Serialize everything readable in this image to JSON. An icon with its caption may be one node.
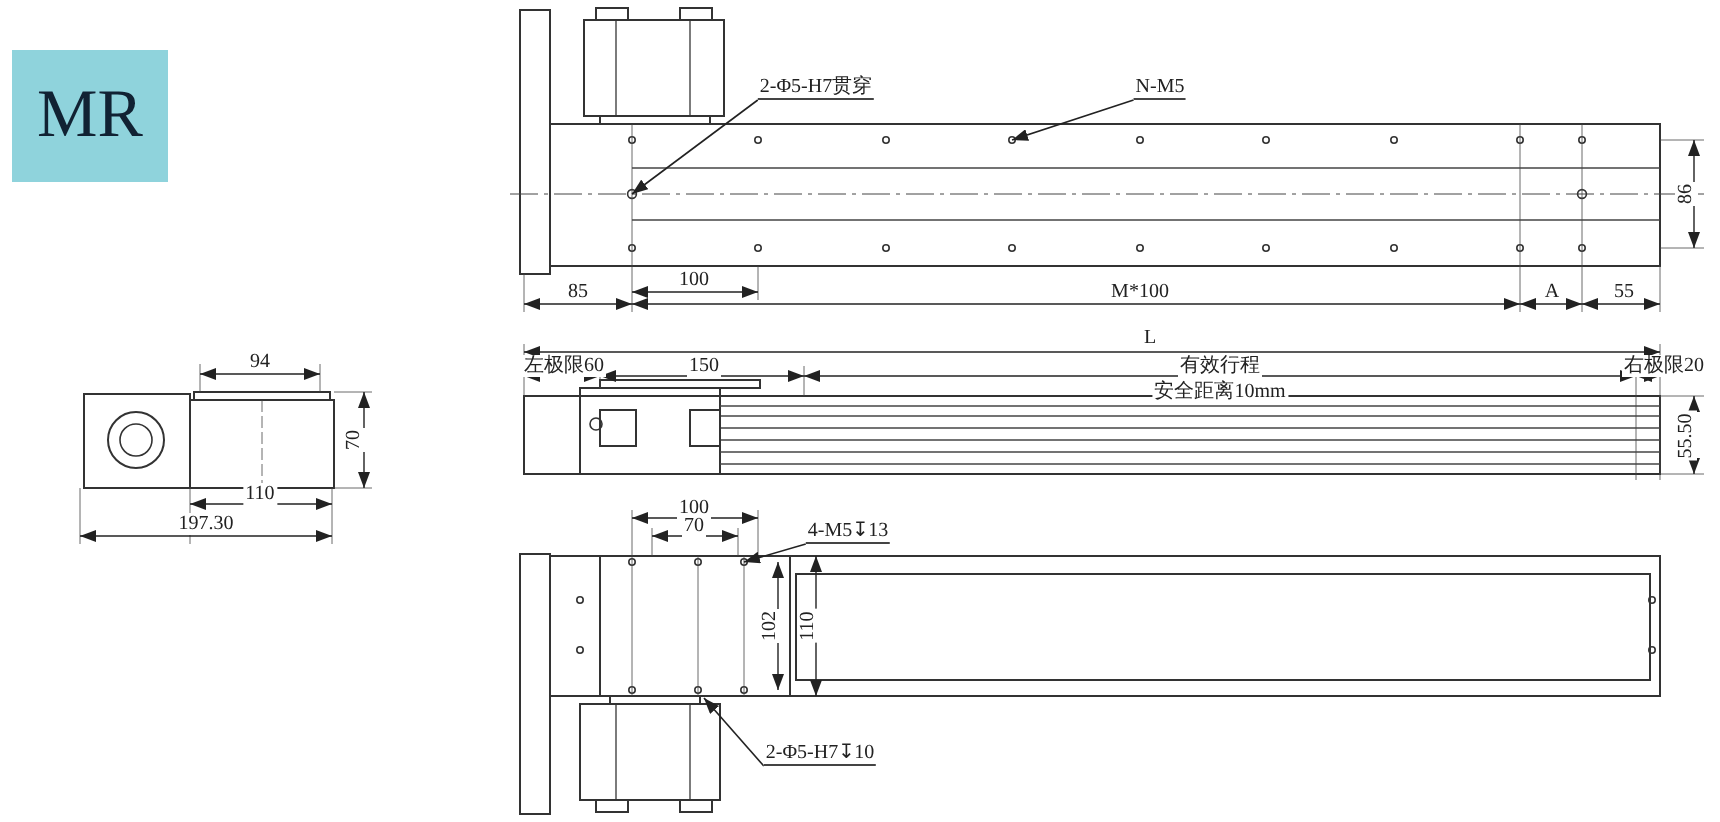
{
  "diagram": {
    "title": "MR",
    "nodes": [
      {
        "text": [
          "2-Φ5-H7贯穿"
        ]
      },
      {
        "text": [
          "N-M5"
        ]
      },
      {
        "text": [
          "4-M5↧13"
        ]
      },
      {
        "text": [
          "2-Φ5-H7↧10"
        ]
      }
    ],
    "edges": [
      {
        "from": 0,
        "to": null,
        "arrow": "to"
      },
      {
        "from": 1,
        "to": null,
        "arrow": "to"
      },
      {
        "from": 2,
        "to": null,
        "arrow": "to"
      },
      {
        "from": 3,
        "to": null,
        "arrow": "to"
      }
    ],
    "labels": [
      "85",
      "100",
      "M*100",
      "A",
      "55",
      "86",
      "94",
      "70",
      "L",
      "左极限60",
      "150",
      "有效行程",
      "右极限20",
      "安全距离10mm",
      "55.50",
      "110",
      "197.30",
      "100",
      "70",
      "102",
      "110"
    ]
  }
}
